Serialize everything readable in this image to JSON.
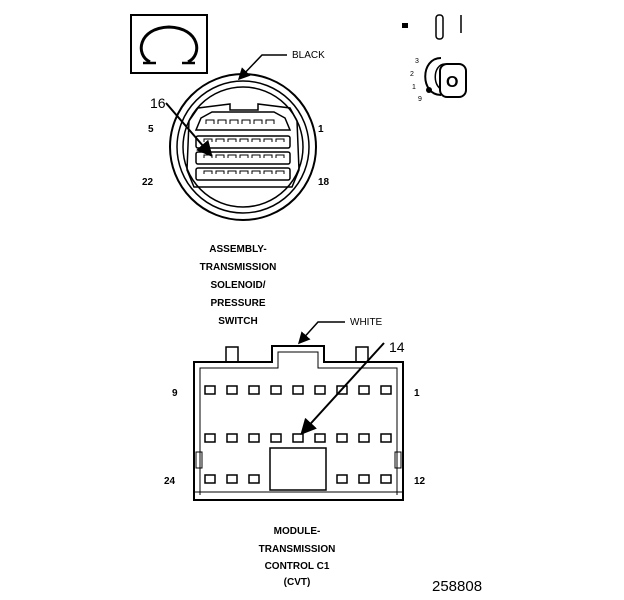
{
  "legend": {
    "meter_symbol": "Ω",
    "switch_pins": [
      "3",
      "2",
      "1",
      "9"
    ],
    "key_label": "O"
  },
  "connector_top": {
    "color_label": "BLACK",
    "callout_pin": "16",
    "pin_labels": {
      "top_left": "5",
      "top_right": "1",
      "bottom_left": "22",
      "bottom_right": "18"
    },
    "title_lines": [
      "ASSEMBLY-",
      "TRANSMISSION",
      "SOLENOID/",
      "PRESSURE",
      "SWITCH"
    ]
  },
  "connector_bottom": {
    "color_label": "WHITE",
    "callout_pin": "14",
    "pin_labels": {
      "top_left": "9",
      "top_right": "1",
      "bottom_left": "24",
      "bottom_right": "12"
    },
    "title_lines": [
      "MODULE-",
      "TRANSMISSION",
      "CONTROL C1",
      "(CVT)"
    ]
  },
  "figure_number": "258808"
}
